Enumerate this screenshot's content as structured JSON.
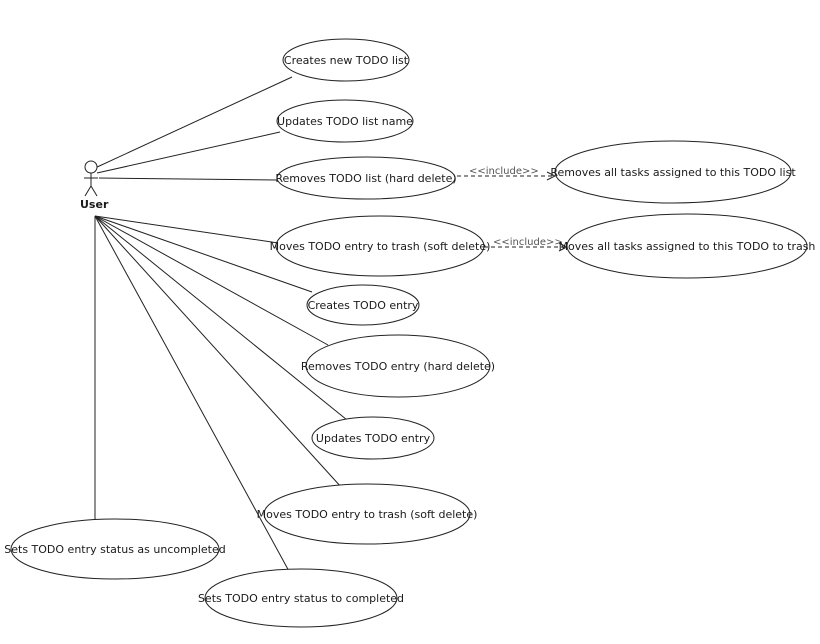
{
  "actor": {
    "label": "User"
  },
  "use_cases": {
    "uc1": "Creates new TODO list",
    "uc2": "Updates TODO list name",
    "uc3": "Removes TODO list (hard delete)",
    "uc4": "Removes all tasks assigned to this TODO list",
    "uc5": "Moves TODO entry to trash (soft delete)",
    "uc6": "Moves all tasks assigned to this TODO to trash",
    "uc7": "Creates TODO entry",
    "uc8": "Removes TODO entry (hard delete)",
    "uc9": "Updates TODO entry",
    "uc10": "Moves TODO entry to trash (soft delete)",
    "uc11": "Sets TODO entry status as uncompleted",
    "uc12": "Sets TODO entry status to completed"
  },
  "relations": {
    "include1": "<<include>>",
    "include2": "<<include>>"
  }
}
